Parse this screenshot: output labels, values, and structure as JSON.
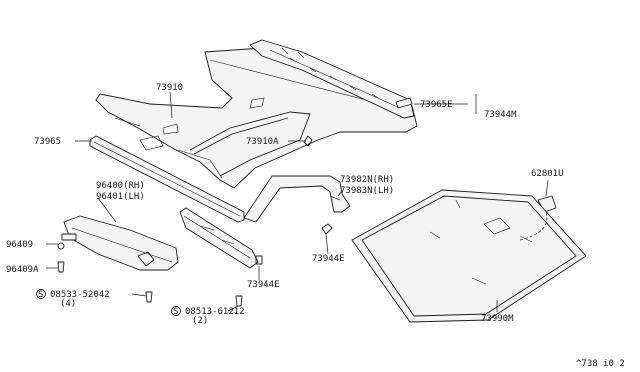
{
  "diagram": {
    "labels": {
      "p73910": "73910",
      "p73965": "73965",
      "p73910a": "73910A",
      "p73965e": "73965E",
      "p73944m": "73944M",
      "p96400": "96400(RH)",
      "p96401": "96401(LH)",
      "p73982n": "73982N(RH)",
      "p73983n": "73983N(LH)",
      "p62801u": "62801U",
      "p96409": "96409",
      "p96409a": "96409A",
      "p08533": "08533-52042",
      "p08533q": "(4)",
      "p73944e_center": "73944E",
      "p73944e_right": "73944E",
      "p08513": "08513-61212",
      "p08513q": "(2)",
      "p73990m": "73990M",
      "screw_symbol": "S",
      "footer_code": "^738 i0 2"
    }
  }
}
